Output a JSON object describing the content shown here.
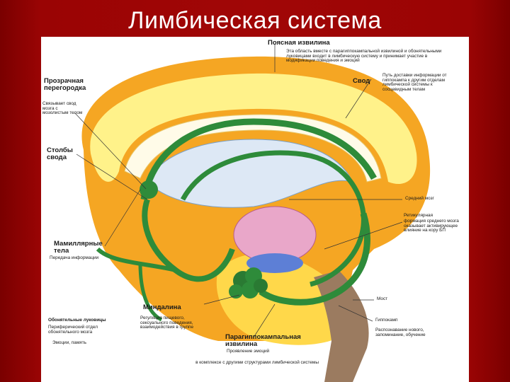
{
  "slide": {
    "title": "Лимбическая система"
  },
  "labels": {
    "cingulate_title": "Поясная извилина",
    "cingulate_desc": "Эта область вместе с парагиппокампальной извилиной и обонятельными луковицами входит в лимбическую систему и принимает участие в модификации поведения и эмоций",
    "fornix_title": "Свод",
    "fornix_desc": "Путь доставки информации от гиппокампа к другим отделам лимбической системы к сосцевидным телам",
    "septum_title": "Прозрачная перегородка",
    "septum_desc": "Связывает свод мозга с мозолистым телом",
    "columns_title": "Столбы свода",
    "midbrain": "Средний мозг",
    "reticular_title": "Ретикулярная",
    "reticular_desc": "формация среднего мозга оказывает активирующее влияние на кору БП",
    "mammillary_title": "Мамиллярные тела",
    "mammillary_desc": "Передача информации",
    "pons": "Мост",
    "hippocampus_title": "Гиппокамп",
    "hippocampus_desc": "Распознавание нового, запоминание, обучение",
    "amygdala_title": "Миндалина",
    "amygdala_desc": "Регуляция пищевого, сексуального поведения, взаимодействия в группе",
    "olfactory_title": "Обонятельные луковицы",
    "olfactory_desc": "Периферический отдел обонятельного мозга",
    "olfactory_desc2": "Эмоции, память",
    "parahippocampal_title": "Парагиппокампальная извилина",
    "parahippocampal_desc": "Проявление эмоций",
    "parahippocampal_desc2": "в комплексе с другими структурами лимбической системы"
  },
  "colors": {
    "background": "#a10606",
    "cortex_orange": "#f5a623",
    "gyrus_yellow": "#fff28a",
    "limbic_green": "#2e8b3a",
    "midbrain_pink": "#e9a7c9",
    "pons_blue": "#5d7fd6"
  }
}
